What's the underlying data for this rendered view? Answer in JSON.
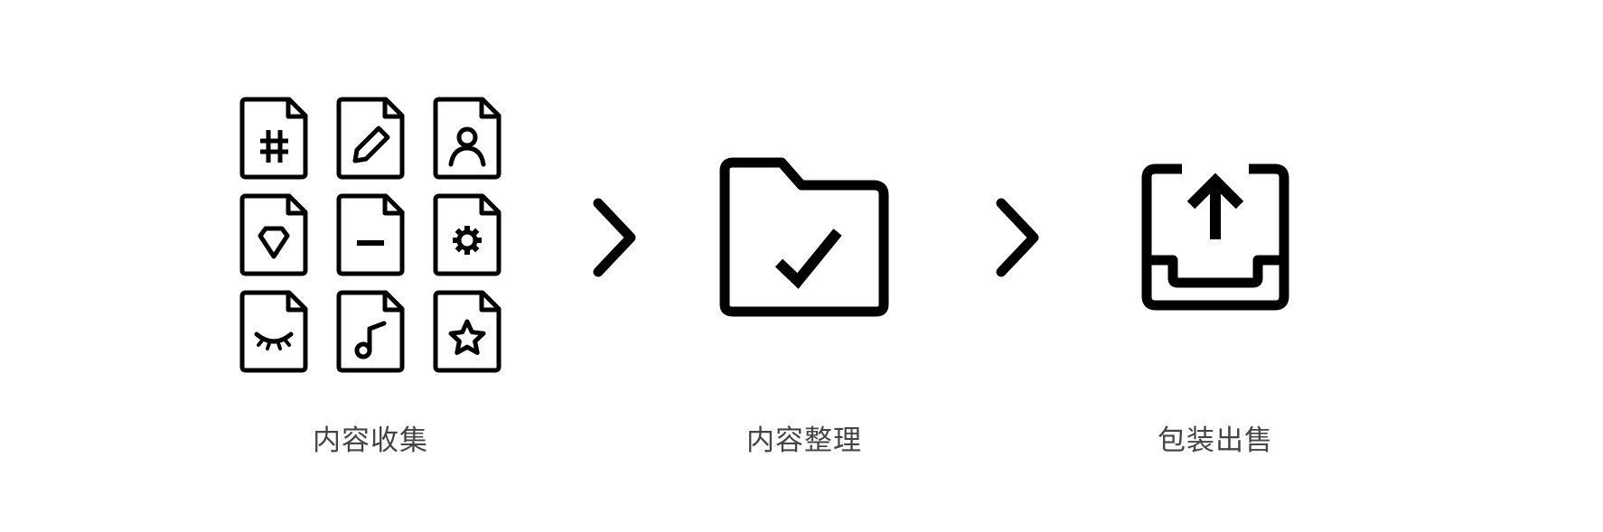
{
  "colors": {
    "icon": "#000000",
    "label": "#444444",
    "background": "#ffffff"
  },
  "steps": [
    {
      "label": "内容收集",
      "icon": "document-grid-icon",
      "documents": [
        "hashtag-document-icon",
        "pencil-document-icon",
        "user-document-icon",
        "diamond-document-icon",
        "minus-document-icon",
        "gear-document-icon",
        "eye-closed-document-icon",
        "music-note-document-icon",
        "star-document-icon"
      ]
    },
    {
      "label": "内容整理",
      "icon": "folder-check-icon"
    },
    {
      "label": "包装出售",
      "icon": "inbox-upload-icon"
    }
  ],
  "arrows": [
    "chevron-right-icon",
    "chevron-right-icon"
  ]
}
